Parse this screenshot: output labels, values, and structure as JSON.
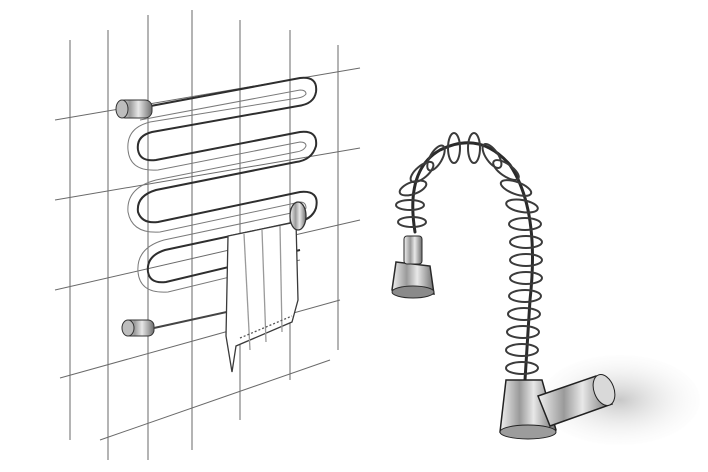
{
  "scene": {
    "left_object": "towel-radiator",
    "right_object": "spring-faucet",
    "style": "pencil-sketch"
  },
  "signature_text": "",
  "colors": {
    "background": "#ffffff",
    "ink": "#333333",
    "light_ink": "#8a8a8a",
    "shadow": "#cfcfcf"
  }
}
